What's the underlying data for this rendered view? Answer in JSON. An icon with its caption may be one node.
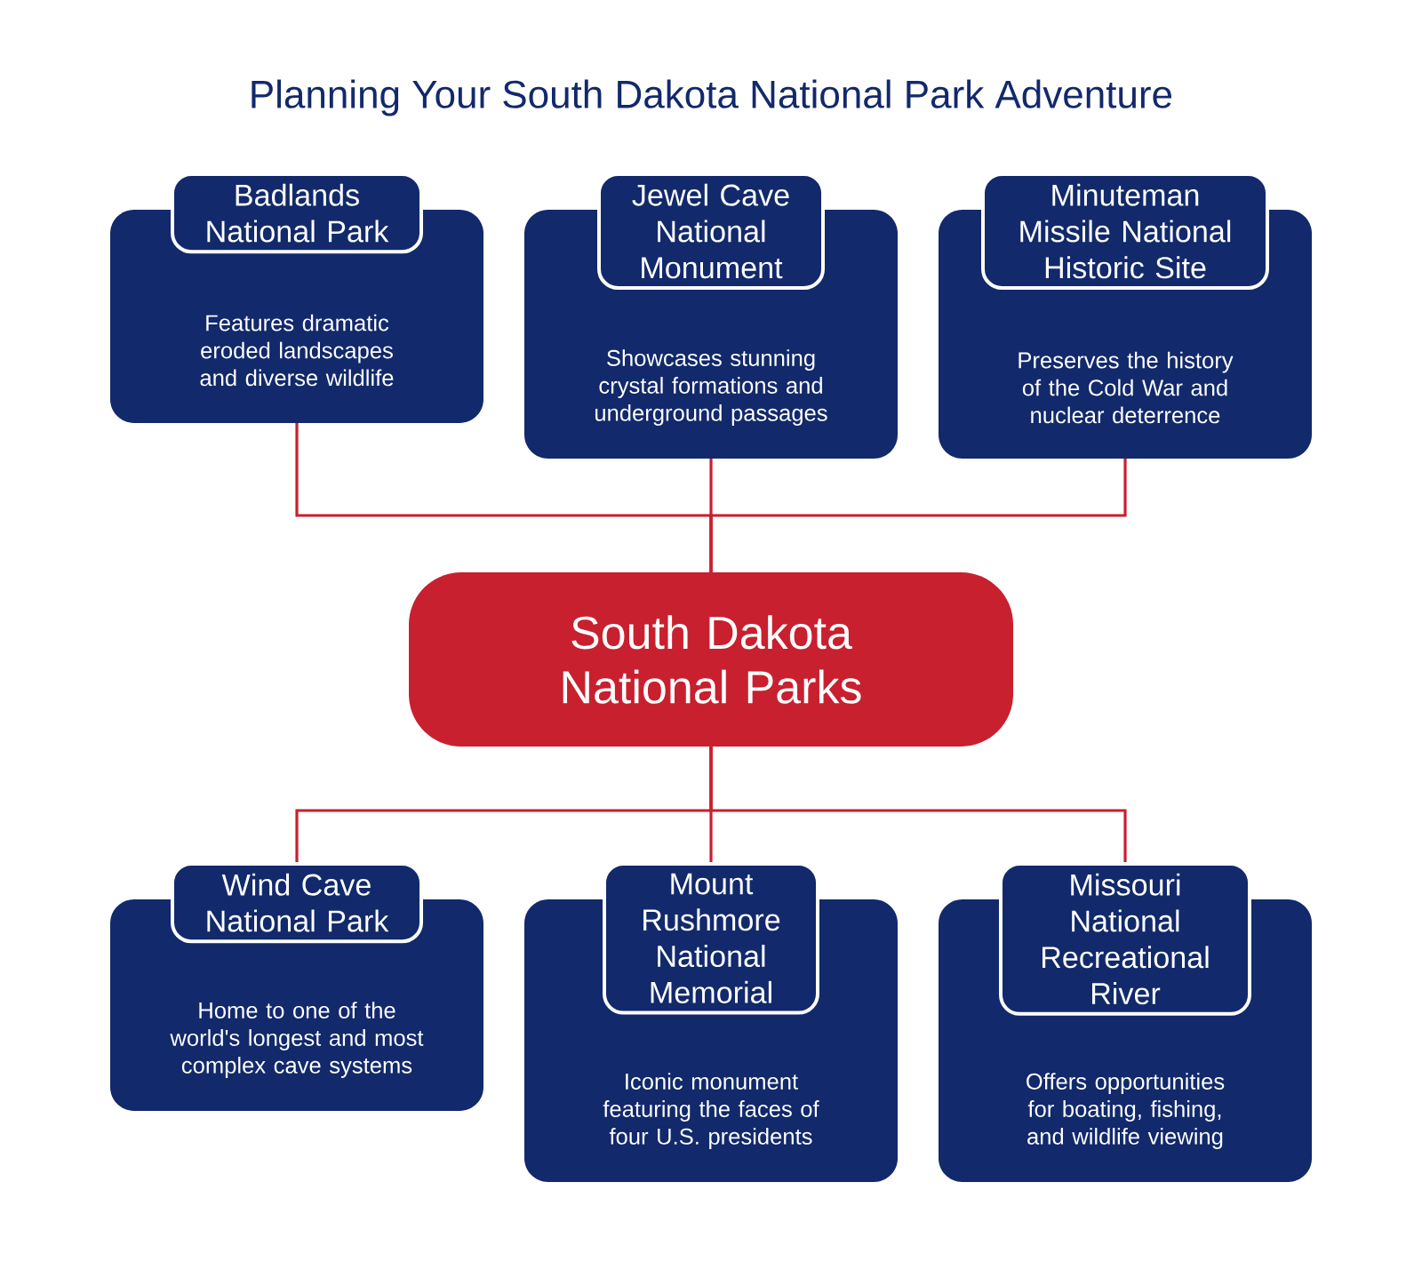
{
  "diagram": {
    "title": "Planning Your South Dakota National Park Adventure",
    "nodes": [
      {
        "text": [
          "Badlands National Park",
          "Features dramatic eroded landscapes and diverse wildlife"
        ]
      },
      {
        "text": [
          "Jewel Cave National Monument",
          "Showcases stunning crystal formations and underground passages"
        ]
      },
      {
        "text": [
          "Minuteman Missile National Historic Site",
          "Preserves the history of the Cold War and nuclear deterrence"
        ]
      },
      {
        "text": [
          "South Dakota National Parks"
        ]
      },
      {
        "text": [
          "Wind Cave National Park",
          "Home to one of the world's longest and most complex cave systems"
        ]
      },
      {
        "text": [
          "Mount Rushmore National Memorial",
          "Iconic monument featuring the faces of four U.S. presidents"
        ]
      },
      {
        "text": [
          "Missouri National Recreational River",
          "Offers opportunities for boating, fishing, and wildlife viewing"
        ]
      }
    ],
    "edges": [
      {
        "from": 0,
        "to": 3,
        "arrow": "none"
      },
      {
        "from": 1,
        "to": 3,
        "arrow": "none"
      },
      {
        "from": 2,
        "to": 3,
        "arrow": "none"
      },
      {
        "from": 3,
        "to": 4,
        "arrow": "none"
      },
      {
        "from": 3,
        "to": 5,
        "arrow": "none"
      },
      {
        "from": 3,
        "to": 6,
        "arrow": "none"
      }
    ]
  }
}
